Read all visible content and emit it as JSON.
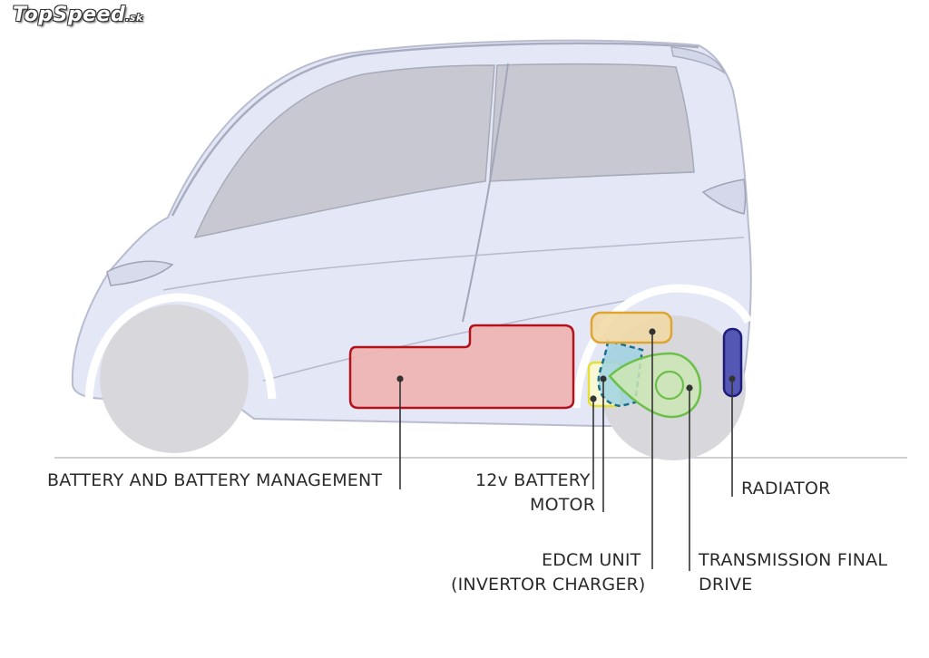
{
  "watermark": {
    "text": "TopSpeed",
    "tld": ".sk"
  },
  "components": {
    "battery": {
      "label": "BATTERY AND BATTERY MANAGEMENT",
      "color": "#b3121b",
      "fill": "#f0b3b1"
    },
    "battery12v": {
      "label": "12v BATTERY",
      "color": "#e6df3a",
      "fill": "#fbf9d0"
    },
    "motor": {
      "label": "MOTOR",
      "color": "#1b6e88",
      "fill": "#9fd2e3"
    },
    "edcm": {
      "label_line1": "EDCM UNIT",
      "label_line2": "(INVERTOR CHARGER)",
      "color": "#e0a530",
      "fill": "#f1d9a6"
    },
    "transmission": {
      "label_line1": "TRANSMISSION FINAL",
      "label_line2": "DRIVE",
      "color": "#6cc04a",
      "fill": "#cde6b4"
    },
    "radiator": {
      "label": "RADIATOR",
      "color": "#1e1e78",
      "fill": "#5557b5"
    }
  }
}
